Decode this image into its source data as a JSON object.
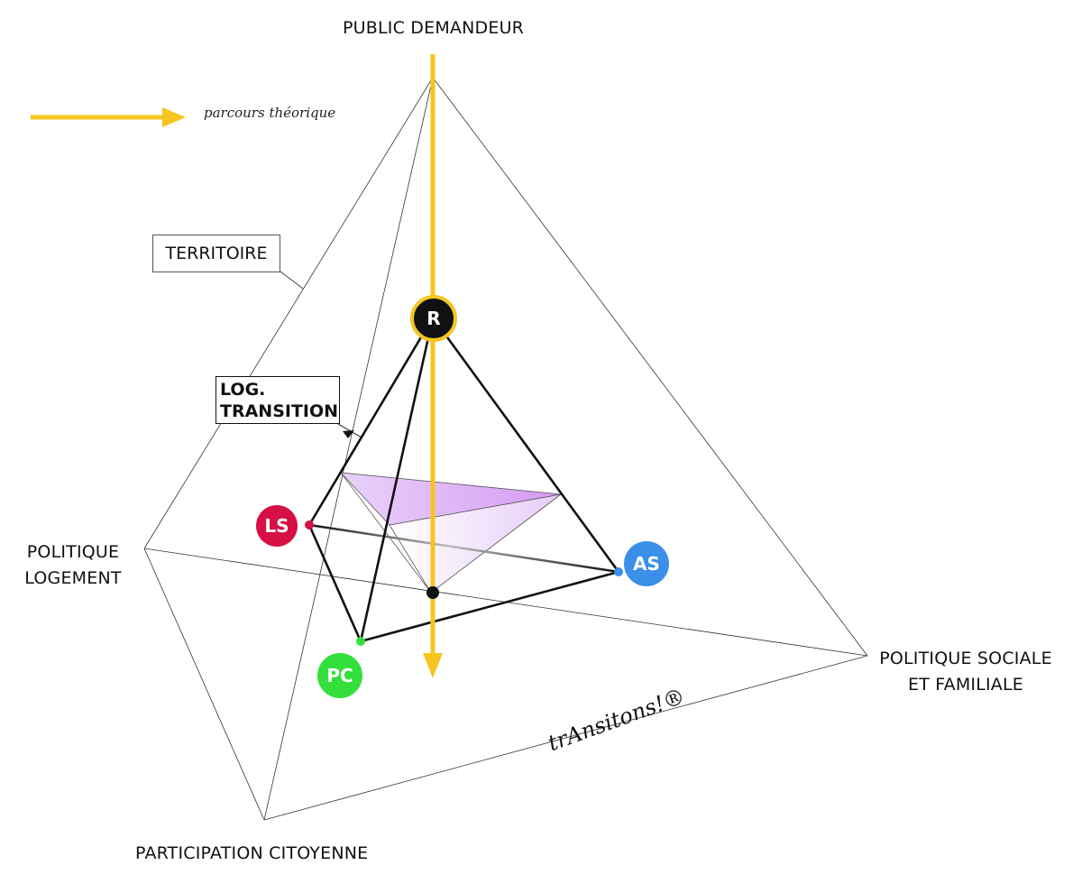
{
  "labels": {
    "top": "PUBLIC DEMANDEUR",
    "left_line1": "POLITIQUE",
    "left_line2": "LOGEMENT",
    "right_line1": "POLITIQUE SOCIALE",
    "right_line2": "ET FAMILIALE",
    "bottom": "PARTICIPATION CITOYENNE"
  },
  "legend": {
    "text": "parcours théorique",
    "color": "#F7C521"
  },
  "boxes": {
    "territoire": "TERRITOIRE",
    "log_line1": "LOG.",
    "log_line2": "TRANSITION"
  },
  "nodes": {
    "r": {
      "label": "R",
      "color": "#111111",
      "ring": "#F7C521"
    },
    "ls": {
      "label": "LS",
      "color": "#D60F45"
    },
    "as": {
      "label": "AS",
      "color": "#3B8FE8"
    },
    "pc": {
      "label": "PC",
      "color": "#33E03B"
    }
  },
  "triangle_color": "#C77DF0",
  "brand": "trAnsitons!®"
}
